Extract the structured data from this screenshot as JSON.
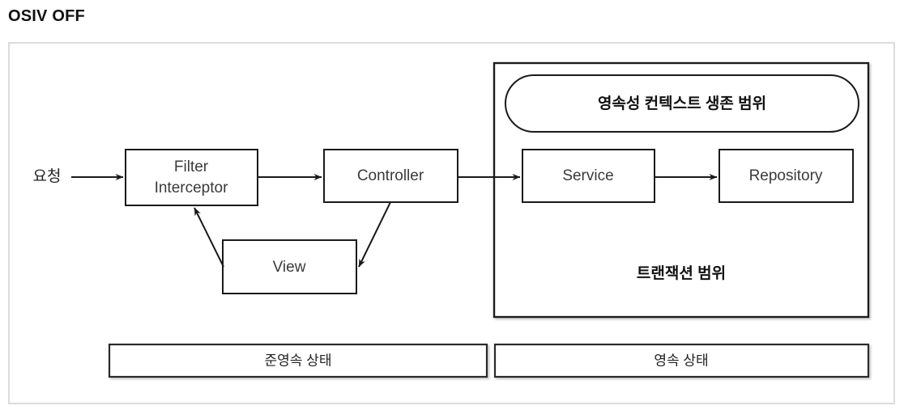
{
  "page": {
    "title": "OSIV OFF"
  },
  "diagram": {
    "entry_label": "요청",
    "nodes": [
      {
        "id": "filter",
        "label_line1": "Filter",
        "label_line2": "Interceptor"
      },
      {
        "id": "controller",
        "label": "Controller"
      },
      {
        "id": "view",
        "label": "View"
      },
      {
        "id": "service",
        "label": "Service"
      },
      {
        "id": "repository",
        "label": "Repository"
      }
    ],
    "scopes": {
      "persistence_context": "영속성 컨텍스트 생존 범위",
      "transaction": "트랜잭션 범위"
    },
    "state_bars": [
      {
        "id": "detached",
        "label": "준영속 상태"
      },
      {
        "id": "persistent",
        "label": "영속 상태"
      }
    ],
    "colors": {
      "stroke": "#1a1a1a",
      "frame_border": "#dcdcdc",
      "text": "#3a3a3a",
      "background": "#ffffff"
    }
  }
}
